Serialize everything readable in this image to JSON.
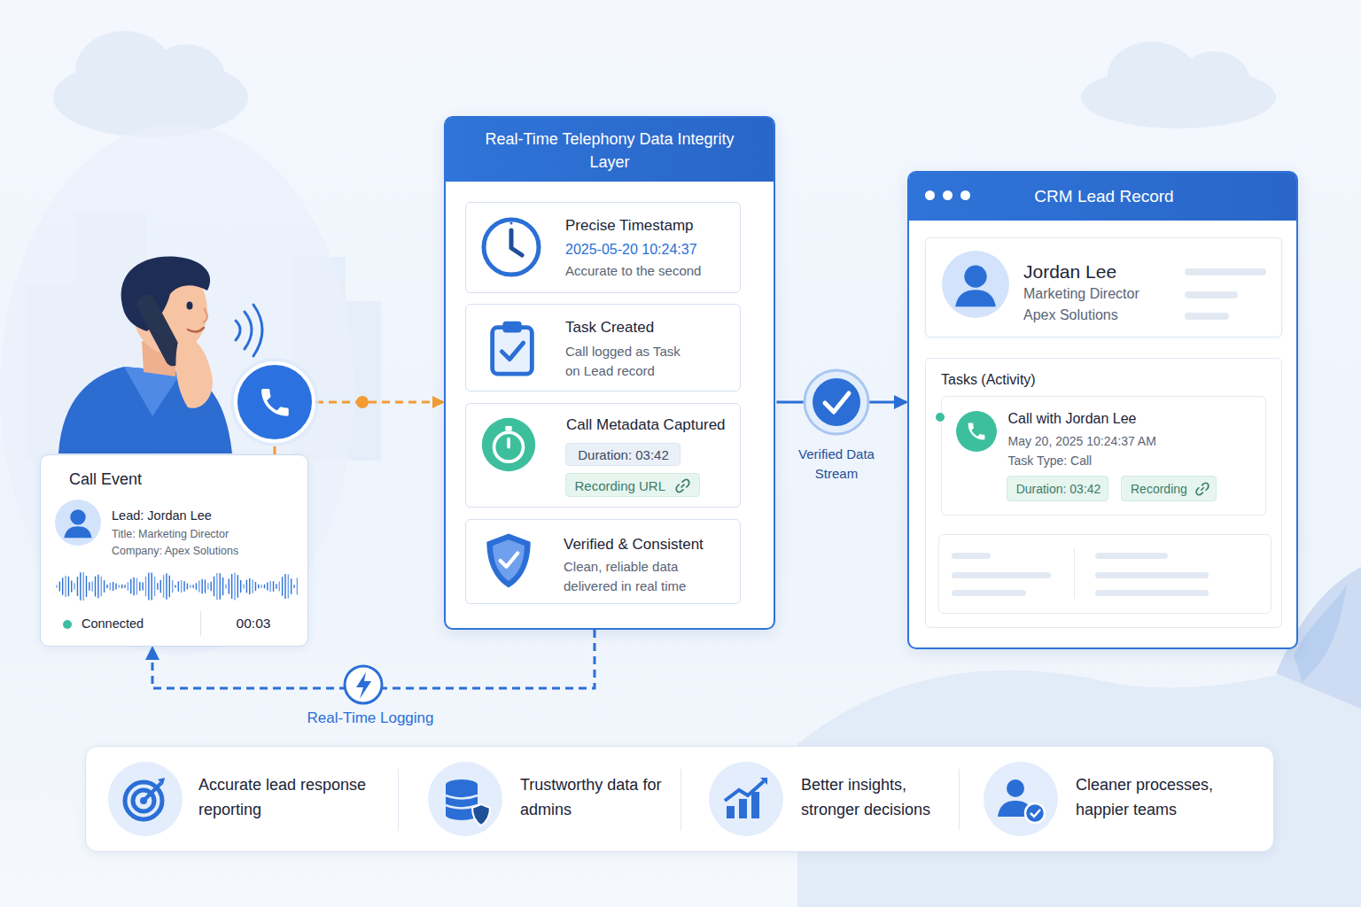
{
  "diagram": {
    "nodes": [
      {
        "text": [
          "Call Event",
          "Lead: Jordan Lee",
          "Title: Marketing Director",
          "Company: Apex Solutions",
          "Connected",
          "00:03"
        ]
      },
      {
        "text": [
          "Real-Time Telephony Data Integrity Layer"
        ]
      },
      {
        "text": [
          "Precise Timestamp",
          "2025-05-20 10:24:37",
          "Accurate to the second"
        ],
        "in": 1
      },
      {
        "text": [
          "Task Created",
          "Call logged as Task on Lead record"
        ],
        "in": 1
      },
      {
        "text": [
          "Call Metadata Captured"
        ],
        "in": 1
      },
      {
        "text": [
          "Duration: 03:42"
        ],
        "in": 4
      },
      {
        "text": [
          "Recording URL"
        ],
        "in": 4
      },
      {
        "text": [
          "Verified & Consistent",
          "Clean, reliable data delivered in real time"
        ],
        "in": 1
      },
      {
        "text": [
          "CRM Lead Record"
        ]
      },
      {
        "text": [
          "Jordan Lee",
          "Marketing Director",
          "Apex Solutions"
        ],
        "in": 8
      },
      {
        "text": [
          "Tasks (Activity)"
        ],
        "in": 8
      },
      {
        "text": [
          "Call with Jordan Lee",
          "May 20, 2025 10:24:37 AM",
          "Task Type: Call"
        ],
        "in": 10
      },
      {
        "text": [
          "Duration: 03:42"
        ],
        "in": 11
      },
      {
        "text": [
          "Recording"
        ],
        "in": 11
      },
      {
        "text": [
          "Accurate lead response reporting"
        ]
      },
      {
        "text": [
          "Trustworthy data for admins"
        ]
      },
      {
        "text": [
          "Better insights, stronger decisions"
        ]
      },
      {
        "text": [
          "Cleaner processes, happier teams"
        ]
      }
    ],
    "edges": [
      {
        "from": 0,
        "to": 1,
        "arrow": "to"
      },
      {
        "from": 1,
        "to": 8,
        "arrow": "to",
        "label": "Verified Data Stream"
      },
      {
        "from": 1,
        "to": 0,
        "arrow": "to",
        "label": "Real-Time Logging"
      }
    ]
  }
}
